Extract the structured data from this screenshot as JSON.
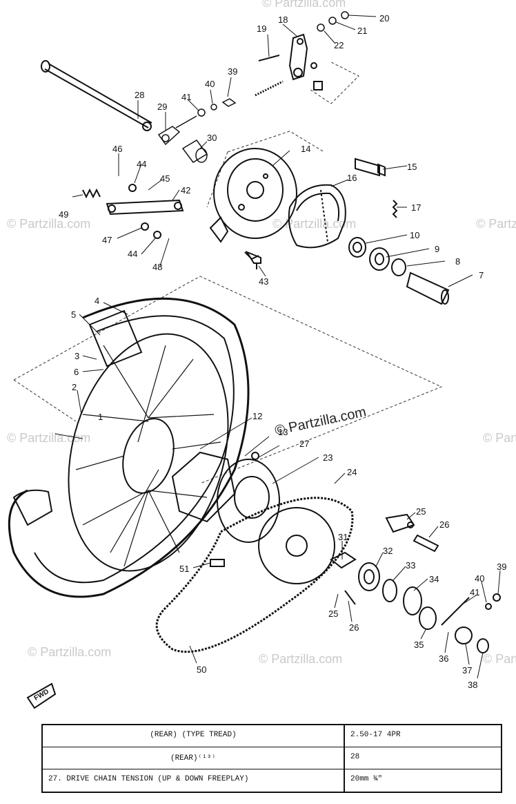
{
  "watermarks": [
    "© Partzilla.com",
    "© Partzilla.com",
    "© Partzilla.com",
    "© Partzilla.com",
    "© Partzilla.com",
    "© Partzilla.com",
    "© Partzilla.com",
    "© Partzilla.com",
    "© Partzilla.com",
    "© Partzilla.com"
  ],
  "fwd_label": "FWD",
  "callouts": [
    "1",
    "2",
    "3",
    "4",
    "5",
    "6",
    "7",
    "8",
    "9",
    "10",
    "12",
    "13",
    "14",
    "15",
    "16",
    "17",
    "18",
    "19",
    "20",
    "21",
    "22",
    "23",
    "24",
    "25",
    "25",
    "26",
    "26",
    "27",
    "28",
    "29",
    "30",
    "31",
    "32",
    "33",
    "34",
    "35",
    "36",
    "37",
    "38",
    "39",
    "39",
    "40",
    "40",
    "41",
    "41",
    "42",
    "43",
    "44",
    "44",
    "45",
    "46",
    "47",
    "48",
    "49",
    "50",
    "51"
  ],
  "spec_table": {
    "rows": [
      {
        "label": "(REAR) (TYPE TREAD)",
        "value": "2.50-17  4PR"
      },
      {
        "label": "(REAR)⁽¹³⁾",
        "value": "28"
      },
      {
        "label": "27.  DRIVE CHAIN TENSION (UP & DOWN FREEPLAY)",
        "value": "20mm ¾\""
      }
    ]
  },
  "colors": {
    "ink": "#111111",
    "watermark": "#c9c9c9",
    "background": "#ffffff"
  }
}
